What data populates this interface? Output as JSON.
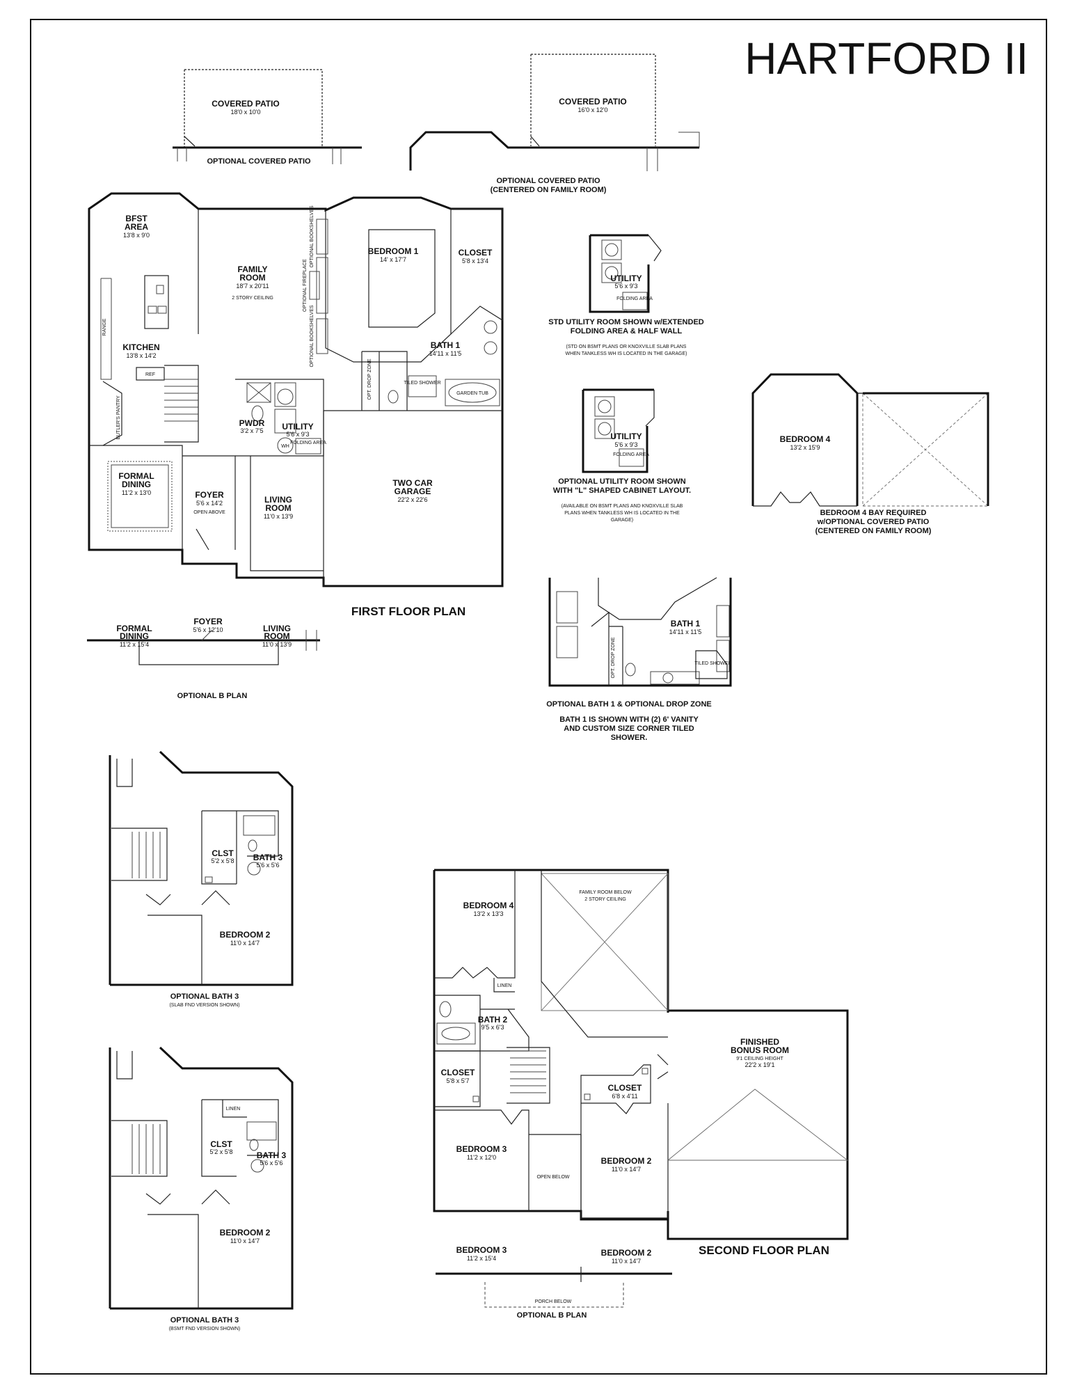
{
  "title": "HARTFORD II",
  "first_floor": {
    "heading": "FIRST FLOOR PLAN",
    "rooms": {
      "bfst_name_1": "BFST",
      "bfst_name_2": "AREA",
      "bfst_dim": "13'8 x 9'0",
      "family_name_1": "FAMILY",
      "family_name_2": "ROOM",
      "family_dim": "18'7 x 20'11",
      "family_note": "2 STORY CEILING",
      "kitchen_name": "KITCHEN",
      "kitchen_dim": "13'8 x 14'2",
      "bedroom1_name": "BEDROOM 1",
      "bedroom1_dim": "14' x 17'7",
      "closet_name": "CLOSET",
      "closet_dim": "5'8 x 13'4",
      "bath1_name": "BATH 1",
      "bath1_dim": "14'11 x 11'5",
      "pwdr_name": "PWDR",
      "pwdr_dim": "3'2 x 7'5",
      "utility_name": "UTILITY",
      "utility_dim": "5'6 x 9'3",
      "formal_name_1": "FORMAL",
      "formal_name_2": "DINING",
      "formal_dim": "11'2 x 13'0",
      "foyer_name": "FOYER",
      "foyer_dim": "5'6 x 14'2",
      "foyer_note": "OPEN ABOVE",
      "living_name_1": "LIVING",
      "living_name_2": "ROOM",
      "living_dim": "11'0 x 13'9",
      "garage_name_1": "TWO CAR",
      "garage_name_2": "GARAGE",
      "garage_dim": "22'2 x 22'6"
    },
    "labels": {
      "ref": "REF",
      "range": "RANGE",
      "pantry": "BUTLER'S PANTRY",
      "tiled_shower": "TILED SHOWER",
      "garden_tub": "GARDEN TUB",
      "drop_zone": "OPT. DROP ZONE",
      "folding": "FOLDING AREA",
      "wh": "WH",
      "opt_bookshelves_1": "OPTIONAL BOOKSHELVES",
      "opt_fireplace": "OPTIONAL FIREPLACE",
      "opt_bookshelves_2": "OPTIONAL BOOKSHELVES"
    }
  },
  "covered_patio_left": {
    "name": "COVERED PATIO",
    "dim": "18'0 x 10'0",
    "caption": "OPTIONAL COVERED PATIO"
  },
  "covered_patio_right": {
    "name": "COVERED PATIO",
    "dim": "16'0 x 12'0",
    "caption_1": "OPTIONAL COVERED PATIO",
    "caption_2": "(CENTERED ON FAMILY ROOM)"
  },
  "std_utility": {
    "name": "UTILITY",
    "dim": "5'6 x 9'3",
    "folding": "FOLDING AREA",
    "caption_1": "STD UTILITY ROOM SHOWN w/EXTENDED",
    "caption_2": "FOLDING AREA  & HALF WALL",
    "note_1": "(STD ON BSMT PLANS OR KNOXVILLE SLAB PLANS",
    "note_2": "WHEN TANKLESS WH IS LOCATED IN THE GARAGE)"
  },
  "opt_utility": {
    "name": "UTILITY",
    "dim": "5'6 x 9'3",
    "folding": "FOLDING AREA",
    "caption_1": "OPTIONAL UTILITY ROOM SHOWN",
    "caption_2": "WITH \"L\" SHAPED CABINET LAYOUT.",
    "note_1": "(AVAILABLE ON BSMT PLANS AND KNOXVILLE SLAB",
    "note_2": "PLANS WHEN TANKLESS WH IS LOCATED IN THE",
    "note_3": "GARAGE)"
  },
  "bedroom4_bay": {
    "name": "BEDROOM 4",
    "dim": "13'2 x 15'9",
    "caption_1": "BEDROOM 4 BAY REQUIRED",
    "caption_2": "w/OPTIONAL COVERED PATIO",
    "caption_3": "(CENTERED ON FAMILY ROOM)"
  },
  "opt_b_first": {
    "formal_1": "FORMAL",
    "formal_2": "DINING",
    "formal_dim": "11'2 x 15'4",
    "foyer": "FOYER",
    "foyer_dim": "5'6 x 12'10",
    "living_1": "LIVING",
    "living_2": "ROOM",
    "living_dim": "11'0 x 13'9",
    "caption": "OPTIONAL B PLAN"
  },
  "opt_bath1": {
    "name": "BATH 1",
    "dim": "14'11 x 11'5",
    "tiled": "TILED SHOWER",
    "drop_zone": "OPT. DROP ZONE",
    "caption": "OPTIONAL BATH 1 & OPTIONAL DROP ZONE",
    "note_1": "BATH 1 IS SHOWN WITH (2) 6' VANITY",
    "note_2": "AND CUSTOM SIZE CORNER TILED",
    "note_3": "SHOWER."
  },
  "opt_bath3_slab": {
    "clst": "CLST",
    "clst_dim": "5'2 x 5'8",
    "bath3": "BATH 3",
    "bath3_dim": "5'6 x 5'6",
    "bedroom2": "BEDROOM 2",
    "bedroom2_dim": "11'0 x 14'7",
    "caption": "OPTIONAL BATH 3",
    "sub": "(SLAB FND VERSION SHOWN)"
  },
  "opt_bath3_bsmt": {
    "linen": "LINEN",
    "clst": "CLST",
    "clst_dim": "5'2 x 5'8",
    "bath3": "BATH 3",
    "bath3_dim": "5'6 x 5'6",
    "bedroom2": "BEDROOM 2",
    "bedroom2_dim": "11'0 x 14'7",
    "caption": "OPTIONAL BATH 3",
    "sub": "(BSMT FND VERSION SHOWN)"
  },
  "second_floor": {
    "heading": "SECOND FLOOR PLAN",
    "bedroom4": "BEDROOM 4",
    "bedroom4_dim": "13'2 x 13'3",
    "family_below": "FAMILY ROOM BELOW",
    "family_below_note": "2 STORY CEILING",
    "linen": "LINEN",
    "bath2": "BATH 2",
    "bath2_dim": "9'5 x 6'3",
    "bonus_1": "FINISHED",
    "bonus_2": "BONUS ROOM",
    "bonus_note": "9'1  CEILING HEIGHT",
    "bonus_dim": "22'2 x 19'1",
    "closet_l": "CLOSET",
    "closet_l_dim": "5'8 x 5'7",
    "closet_r": "CLOSET",
    "closet_r_dim": "6'8 x 4'11",
    "bedroom3": "BEDROOM 3",
    "bedroom3_dim": "11'2 x 12'0",
    "open_below": "OPEN BELOW",
    "bedroom2": "BEDROOM 2",
    "bedroom2_dim": "11'0 x 14'7"
  },
  "opt_b_second": {
    "bedroom3": "BEDROOM 3",
    "bedroom3_dim": "11'2 x 15'4",
    "bedroom2": "BEDROOM 2",
    "bedroom2_dim": "11'0 x 14'7",
    "porch": "PORCH BELOW",
    "caption": "OPTIONAL B PLAN"
  }
}
